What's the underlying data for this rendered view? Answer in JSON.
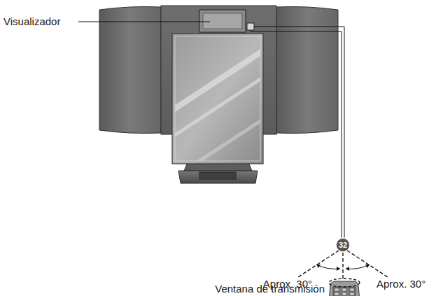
{
  "diagram": {
    "labels": [
      "Visualizador",
      "32",
      "Aprox. 30°",
      "Aprox. 30°",
      "Ventana de transmisión"
    ]
  }
}
